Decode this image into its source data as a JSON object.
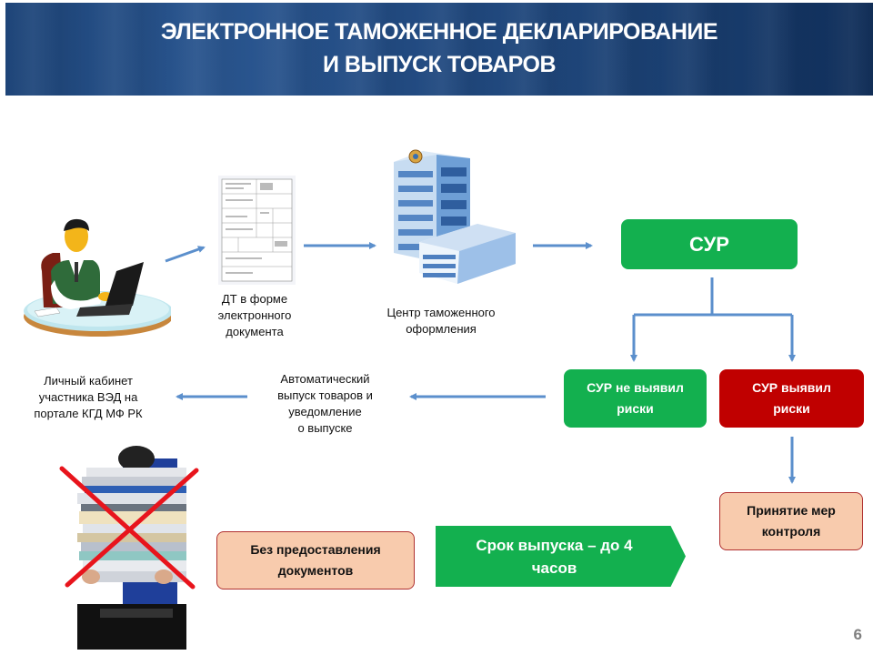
{
  "slide": {
    "title_line1": "ЭЛЕКТРОННОЕ ТАМОЖЕННОЕ ДЕКЛАРИРОВАНИЕ",
    "title_line2": "И ВЫПУСК ТОВАРОВ",
    "page_number": "6"
  },
  "nodes": {
    "declarant": {
      "icon": "person-at-laptop-icon"
    },
    "document": {
      "icon": "customs-declaration-document-icon",
      "caption": [
        "ДТ в форме",
        "электронного",
        "документа"
      ]
    },
    "customs_center": {
      "icon": "office-building-icon",
      "caption": [
        "Центр таможенного",
        "оформления"
      ]
    },
    "sur": {
      "label": "СУР"
    },
    "sur_no_risk": {
      "label": [
        "СУР не выявил",
        "риски"
      ]
    },
    "sur_risk": {
      "label": [
        "СУР выявил",
        "риски"
      ]
    },
    "control_measures": {
      "label": [
        "Принятие мер",
        "контроля"
      ]
    },
    "auto_release": {
      "caption": [
        "Автоматический",
        "выпуск товаров и",
        "уведомление",
        "о выпуске"
      ]
    },
    "personal_cabinet": {
      "caption": [
        "Личный кабинет",
        "участника ВЭД на",
        "портале  КГД МФ РК"
      ]
    },
    "paper_stack": {
      "icon": "crossed-out-paper-stack-icon"
    },
    "no_documents": {
      "label": [
        "Без предоставления",
        "документов"
      ]
    },
    "deadline": {
      "label": [
        "Срок выпуска – до 4",
        "часов"
      ]
    }
  },
  "colors": {
    "header_blue": "#1d4478",
    "green": "#13b04f",
    "red": "#c00000",
    "peach": "#f8cbad",
    "arrow_blue": "#5b8fcc",
    "cross_red": "#e8141c"
  }
}
